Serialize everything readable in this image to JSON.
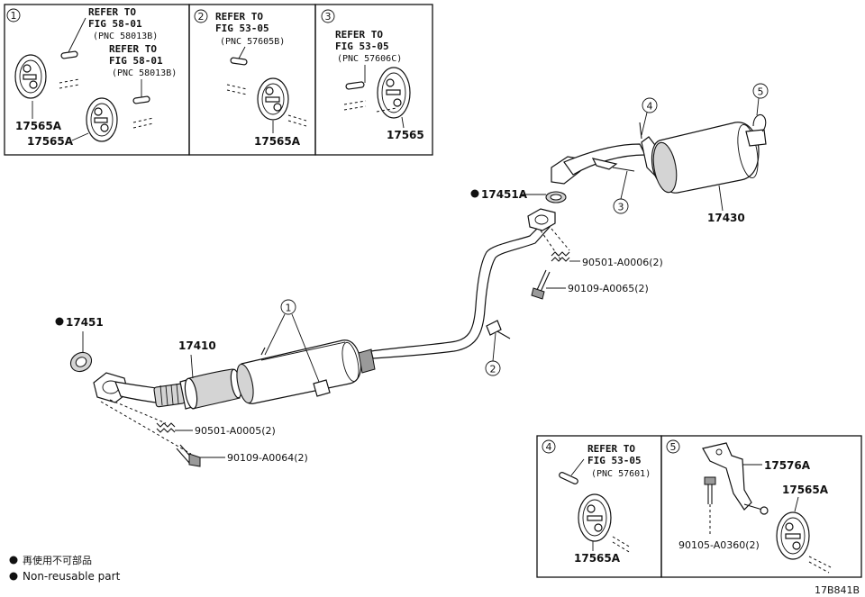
{
  "inset_1": {
    "marker": "1",
    "ref_a": {
      "line1": "REFER TO",
      "line2": "FIG 58-01",
      "pnc": "(PNC 58013B)"
    },
    "ref_b": {
      "line1": "REFER TO",
      "line2": "FIG 58-01",
      "pnc": "(PNC 58013B)"
    },
    "label_top": "17565A",
    "label_bottom": "17565A"
  },
  "inset_2": {
    "marker": "2",
    "ref": {
      "line1": "REFER TO",
      "line2": "FIG 53-05",
      "pnc": "(PNC 57605B)"
    },
    "label": "17565A"
  },
  "inset_3": {
    "marker": "3",
    "ref": {
      "line1": "REFER TO",
      "line2": "FIG 53-05",
      "pnc": "(PNC 57606C)"
    },
    "label": "17565"
  },
  "inset_4": {
    "marker": "4",
    "ref": {
      "line1": "REFER TO",
      "line2": "FIG 53-05",
      "pnc": "(PNC 57601)"
    },
    "label": "17565A"
  },
  "inset_5": {
    "marker": "5",
    "label_bracket": "17576A",
    "label_hanger": "17565A",
    "label_bolt": "90105-A0360(2)"
  },
  "main": {
    "gasket_front": "17451",
    "front_pipe": "17410",
    "spring_front": "90501-A0005(2)",
    "bolt_front": "90109-A0064(2)",
    "gasket_rear": "17451A",
    "spring_rear": "90501-A0006(2)",
    "bolt_rear": "90109-A0065(2)",
    "muffler": "17430",
    "callout_1": "1",
    "callout_2": "2",
    "callout_3": "3",
    "callout_4": "4",
    "callout_5": "5"
  },
  "legend": {
    "line_jp": "再使用不可部品",
    "line_en": "Non-reusable part"
  },
  "figure_code": "17B841B"
}
